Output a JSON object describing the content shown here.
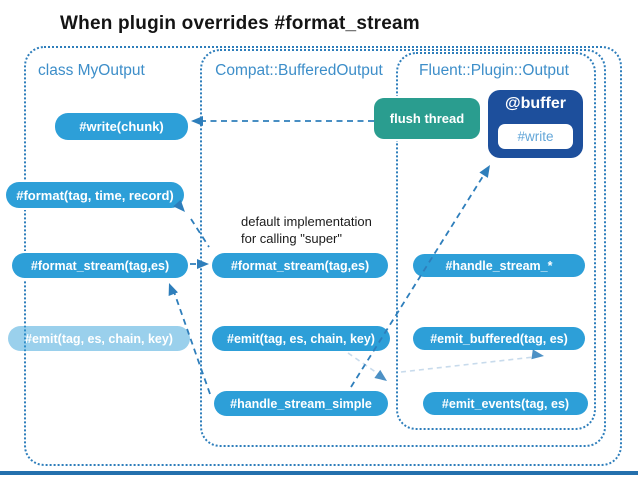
{
  "title": "When plugin overrides #format_stream",
  "containers": {
    "my_output": {
      "label": "class MyOutput"
    },
    "compat": {
      "label": "Compat::BufferedOutput"
    },
    "fluent": {
      "label": "Fluent::Plugin::Output"
    }
  },
  "boxes": {
    "write_chunk": "#write(chunk)",
    "format": "#format(tag, time, record)",
    "format_stream_left": "#format_stream(tag,es)",
    "emit_left": "#emit(tag, es, chain, key)",
    "format_stream_mid": "#format_stream(tag,es)",
    "emit_mid": "#emit(tag, es, chain, key)",
    "handle_stream_simple": "#handle_stream_simple",
    "flush_thread": "flush thread",
    "buffer": "@buffer",
    "buffer_write": "#write",
    "handle_stream_star": "#handle_stream_*",
    "emit_buffered": "#emit_buffered(tag, es)",
    "emit_events": "#emit_events(tag, es)"
  },
  "annotation": {
    "line1": "default implementation",
    "line2": "for calling \"super\""
  },
  "colors": {
    "method_box_blue": "#2d9fd8",
    "flush_thread_teal": "#2a9d8f",
    "buffer_navy": "#1d4f9c",
    "container_border_blue": "#2e7ebb",
    "container_label_blue": "#3d8ec9",
    "buffer_write_text": "#63a6d8",
    "footer_rule_blue": "#2470ad",
    "title_text": "#141414"
  }
}
